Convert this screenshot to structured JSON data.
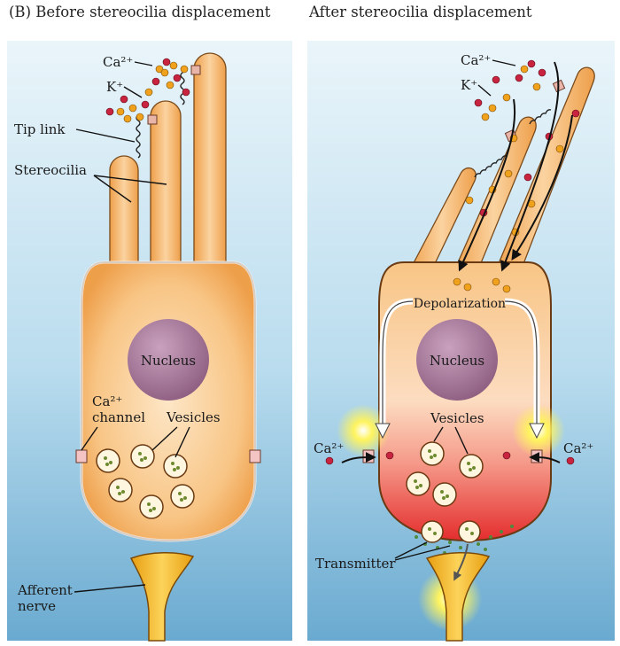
{
  "panels": {
    "before": {
      "title": "(B)  Before stereocilia displacement",
      "labels": {
        "ca_ion": "Ca²⁺",
        "k_ion": "K⁺",
        "tip_link": "Tip link",
        "stereocilia": "Stereocilia",
        "nucleus": "Nucleus",
        "ca_channel_ion": "Ca²⁺",
        "ca_channel": "channel",
        "vesicles": "Vesicles",
        "afferent_line1": "Afferent",
        "afferent_line2": "nerve"
      }
    },
    "after": {
      "title": "After stereocilia displacement",
      "labels": {
        "ca_ion": "Ca²⁺",
        "k_ion": "K⁺",
        "depolarization": "Depolarization",
        "nucleus": "Nucleus",
        "vesicles": "Vesicles",
        "ca_left": "Ca²⁺",
        "ca_right": "Ca²⁺",
        "transmitter": "Transmitter"
      }
    }
  },
  "colors": {
    "background_top": "#e8f4f9",
    "background_bottom": "#6faed0",
    "cell_light": "#fbd9ae",
    "cell_mid": "#f6b46a",
    "cell_edge": "#d98a3a",
    "nucleus": "#a9789a",
    "depolarized": "#e83a3a",
    "ca_ion": "#c8233f",
    "k_ion": "#f0a21c",
    "nerve": "#f2b020",
    "glow": "#fff35a"
  }
}
